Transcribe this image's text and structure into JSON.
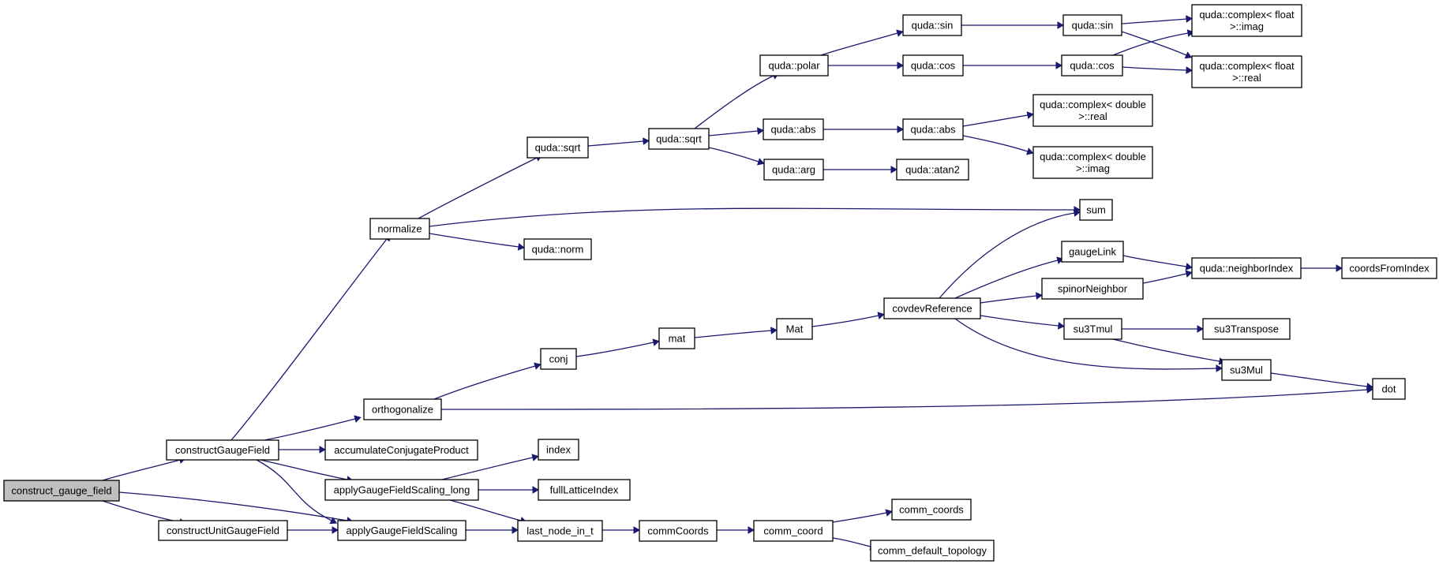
{
  "nodes": {
    "construct_gauge_field": {
      "label": "construct_gauge_field",
      "root": true
    },
    "constructGaugeField": {
      "label": "constructGaugeField"
    },
    "constructUnitGaugeField": {
      "label": "constructUnitGaugeField"
    },
    "normalize": {
      "label": "normalize"
    },
    "orthogonalize": {
      "label": "orthogonalize"
    },
    "accumulateConjugateProduct": {
      "label": "accumulateConjugateProduct"
    },
    "applyGaugeFieldScaling_long": {
      "label": "applyGaugeFieldScaling_long"
    },
    "applyGaugeFieldScaling": {
      "label": "applyGaugeFieldScaling"
    },
    "quda_sqrt_1": {
      "label": "quda::sqrt"
    },
    "quda_norm": {
      "label": "quda::norm"
    },
    "quda_sqrt_2": {
      "label": "quda::sqrt"
    },
    "quda_polar": {
      "label": "quda::polar"
    },
    "quda_abs_1": {
      "label": "quda::abs"
    },
    "quda_arg": {
      "label": "quda::arg"
    },
    "quda_sin_1": {
      "label": "quda::sin"
    },
    "quda_cos_1": {
      "label": "quda::cos"
    },
    "quda_abs_2": {
      "label": "quda::abs"
    },
    "quda_atan2": {
      "label": "quda::atan2"
    },
    "quda_sin_2": {
      "label": "quda::sin"
    },
    "quda_cos_2": {
      "label": "quda::cos"
    },
    "cf_imag": {
      "label": "quda::complex< float\n>::imag"
    },
    "cf_real": {
      "label": "quda::complex< float\n>::real"
    },
    "cd_real": {
      "label": "quda::complex< double\n>::real"
    },
    "cd_imag": {
      "label": "quda::complex< double\n>::imag"
    },
    "sum": {
      "label": "sum"
    },
    "conj": {
      "label": "conj"
    },
    "mat": {
      "label": "mat"
    },
    "Mat": {
      "label": "Mat"
    },
    "covdevReference": {
      "label": "covdevReference"
    },
    "gaugeLink": {
      "label": "gaugeLink"
    },
    "spinorNeighbor": {
      "label": "spinorNeighbor"
    },
    "su3Tmul": {
      "label": "su3Tmul"
    },
    "su3Mul": {
      "label": "su3Mul"
    },
    "su3Transpose": {
      "label": "su3Transpose"
    },
    "neighborIndex": {
      "label": "quda::neighborIndex"
    },
    "coordsFromIndex": {
      "label": "coordsFromIndex"
    },
    "dot": {
      "label": "dot"
    },
    "index": {
      "label": "index"
    },
    "fullLatticeIndex": {
      "label": "fullLatticeIndex"
    },
    "last_node_in_t": {
      "label": "last_node_in_t"
    },
    "commCoords": {
      "label": "commCoords"
    },
    "comm_coord": {
      "label": "comm_coord"
    },
    "comm_coords": {
      "label": "comm_coords"
    },
    "comm_default_topology": {
      "label": "comm_default_topology"
    }
  },
  "edges": [
    [
      "construct_gauge_field",
      "constructGaugeField"
    ],
    [
      "construct_gauge_field",
      "constructUnitGaugeField"
    ],
    [
      "construct_gauge_field",
      "applyGaugeFieldScaling"
    ],
    [
      "constructGaugeField",
      "normalize"
    ],
    [
      "constructGaugeField",
      "orthogonalize"
    ],
    [
      "constructGaugeField",
      "accumulateConjugateProduct"
    ],
    [
      "constructGaugeField",
      "applyGaugeFieldScaling_long"
    ],
    [
      "constructGaugeField",
      "applyGaugeFieldScaling"
    ],
    [
      "constructUnitGaugeField",
      "applyGaugeFieldScaling"
    ],
    [
      "normalize",
      "quda_sqrt_1"
    ],
    [
      "normalize",
      "quda_norm"
    ],
    [
      "normalize",
      "sum"
    ],
    [
      "quda_sqrt_1",
      "quda_sqrt_2"
    ],
    [
      "quda_sqrt_2",
      "quda_polar"
    ],
    [
      "quda_sqrt_2",
      "quda_abs_1"
    ],
    [
      "quda_sqrt_2",
      "quda_arg"
    ],
    [
      "quda_polar",
      "quda_sin_1"
    ],
    [
      "quda_polar",
      "quda_cos_1"
    ],
    [
      "quda_sin_1",
      "quda_sin_2"
    ],
    [
      "quda_cos_1",
      "quda_cos_2"
    ],
    [
      "quda_sin_2",
      "cf_imag"
    ],
    [
      "quda_sin_2",
      "cf_real"
    ],
    [
      "quda_cos_2",
      "cf_imag"
    ],
    [
      "quda_cos_2",
      "cf_real"
    ],
    [
      "quda_abs_1",
      "quda_abs_2"
    ],
    [
      "quda_abs_2",
      "cd_real"
    ],
    [
      "quda_abs_2",
      "cd_imag"
    ],
    [
      "quda_arg",
      "quda_atan2"
    ],
    [
      "orthogonalize",
      "conj"
    ],
    [
      "orthogonalize",
      "dot"
    ],
    [
      "conj",
      "mat"
    ],
    [
      "mat",
      "Mat"
    ],
    [
      "Mat",
      "covdevReference"
    ],
    [
      "covdevReference",
      "sum"
    ],
    [
      "covdevReference",
      "gaugeLink"
    ],
    [
      "covdevReference",
      "spinorNeighbor"
    ],
    [
      "covdevReference",
      "su3Tmul"
    ],
    [
      "covdevReference",
      "su3Mul"
    ],
    [
      "gaugeLink",
      "neighborIndex"
    ],
    [
      "spinorNeighbor",
      "neighborIndex"
    ],
    [
      "neighborIndex",
      "coordsFromIndex"
    ],
    [
      "su3Tmul",
      "su3Transpose"
    ],
    [
      "su3Tmul",
      "su3Mul"
    ],
    [
      "su3Mul",
      "dot"
    ],
    [
      "applyGaugeFieldScaling_long",
      "index"
    ],
    [
      "applyGaugeFieldScaling_long",
      "fullLatticeIndex"
    ],
    [
      "applyGaugeFieldScaling_long",
      "last_node_in_t"
    ],
    [
      "applyGaugeFieldScaling",
      "last_node_in_t"
    ],
    [
      "last_node_in_t",
      "commCoords"
    ],
    [
      "commCoords",
      "comm_coord"
    ],
    [
      "comm_coord",
      "comm_coords"
    ],
    [
      "comm_coord",
      "comm_default_topology"
    ]
  ]
}
